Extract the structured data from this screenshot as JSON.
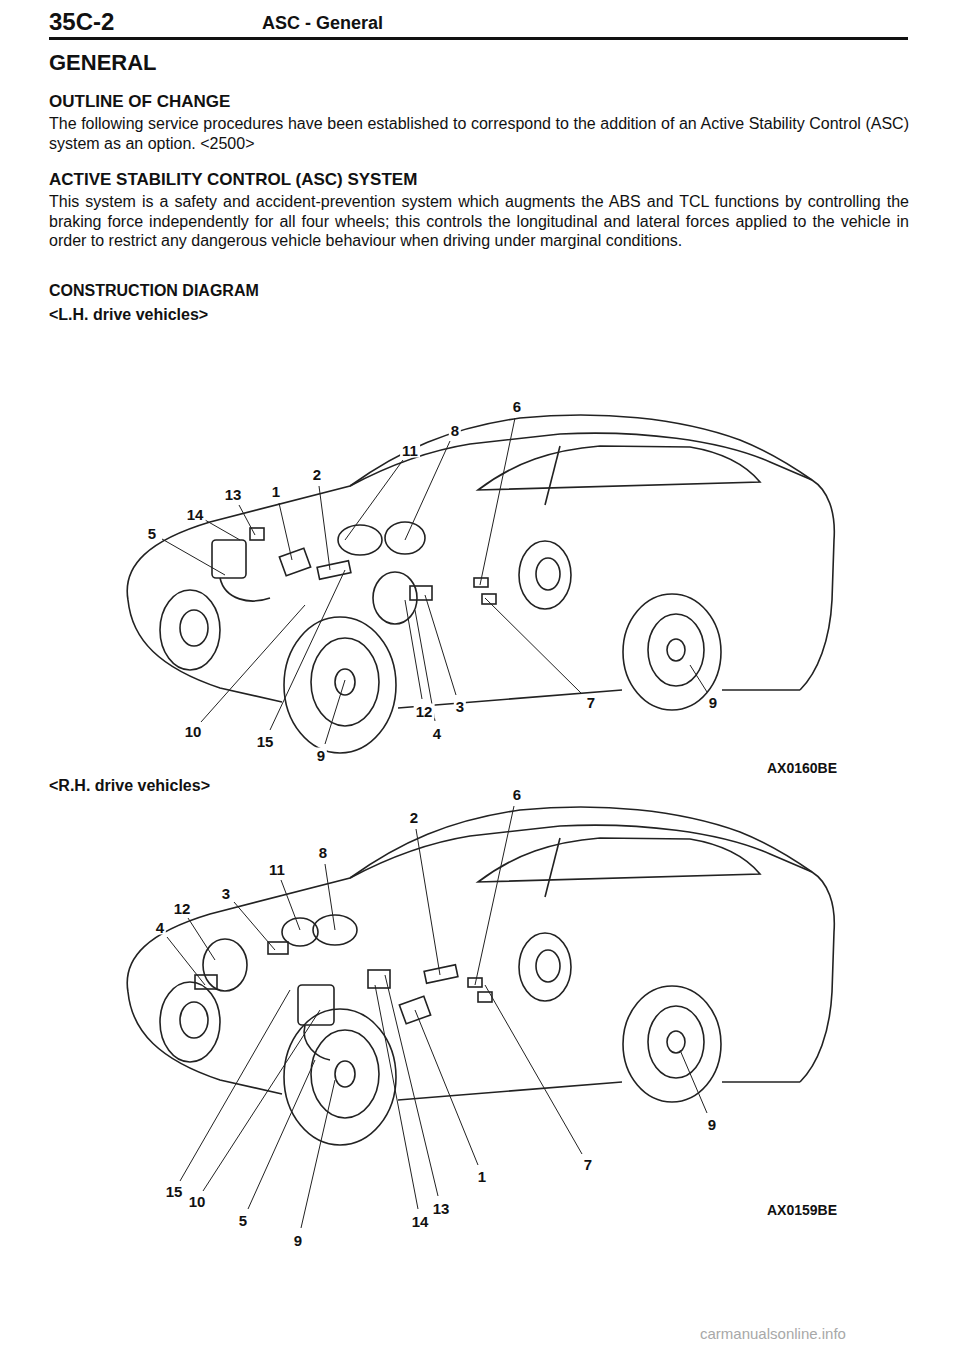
{
  "diagram": {
    "title": "GENERAL",
    "labels": [
      "35C-2",
      "ASC - General",
      "OUTLINE OF CHANGE",
      "The following service procedures have been established to correspond to the addition of an Active Stability Control (ASC) system as an option. <2500>",
      "ACTIVE STABILITY CONTROL (ASC) SYSTEM",
      "This system is a safety and accident-prevention system which augments the ABS and TCL functions by controlling the braking force independently for all four wheels; this controls the longitudinal and lateral forces applied to the vehicle in order to restrict any dangerous vehicle behaviour when driving under marginal conditions.",
      "CONSTRUCTION DIAGRAM",
      "<L.H. drive vehicles>",
      "6",
      "8",
      "11",
      "2",
      "13",
      "1",
      "14",
      "5",
      "10",
      "15",
      "9",
      "12",
      "3",
      "4",
      "7",
      "9",
      "AX0160BE",
      "<R.H. drive vehicles>",
      "6",
      "2",
      "8",
      "11",
      "12",
      "3",
      "4",
      "15",
      "10",
      "5",
      "9",
      "14",
      "13",
      "1",
      "7",
      "9",
      "AX0159BE",
      "carmanualsonline.info"
    ]
  }
}
